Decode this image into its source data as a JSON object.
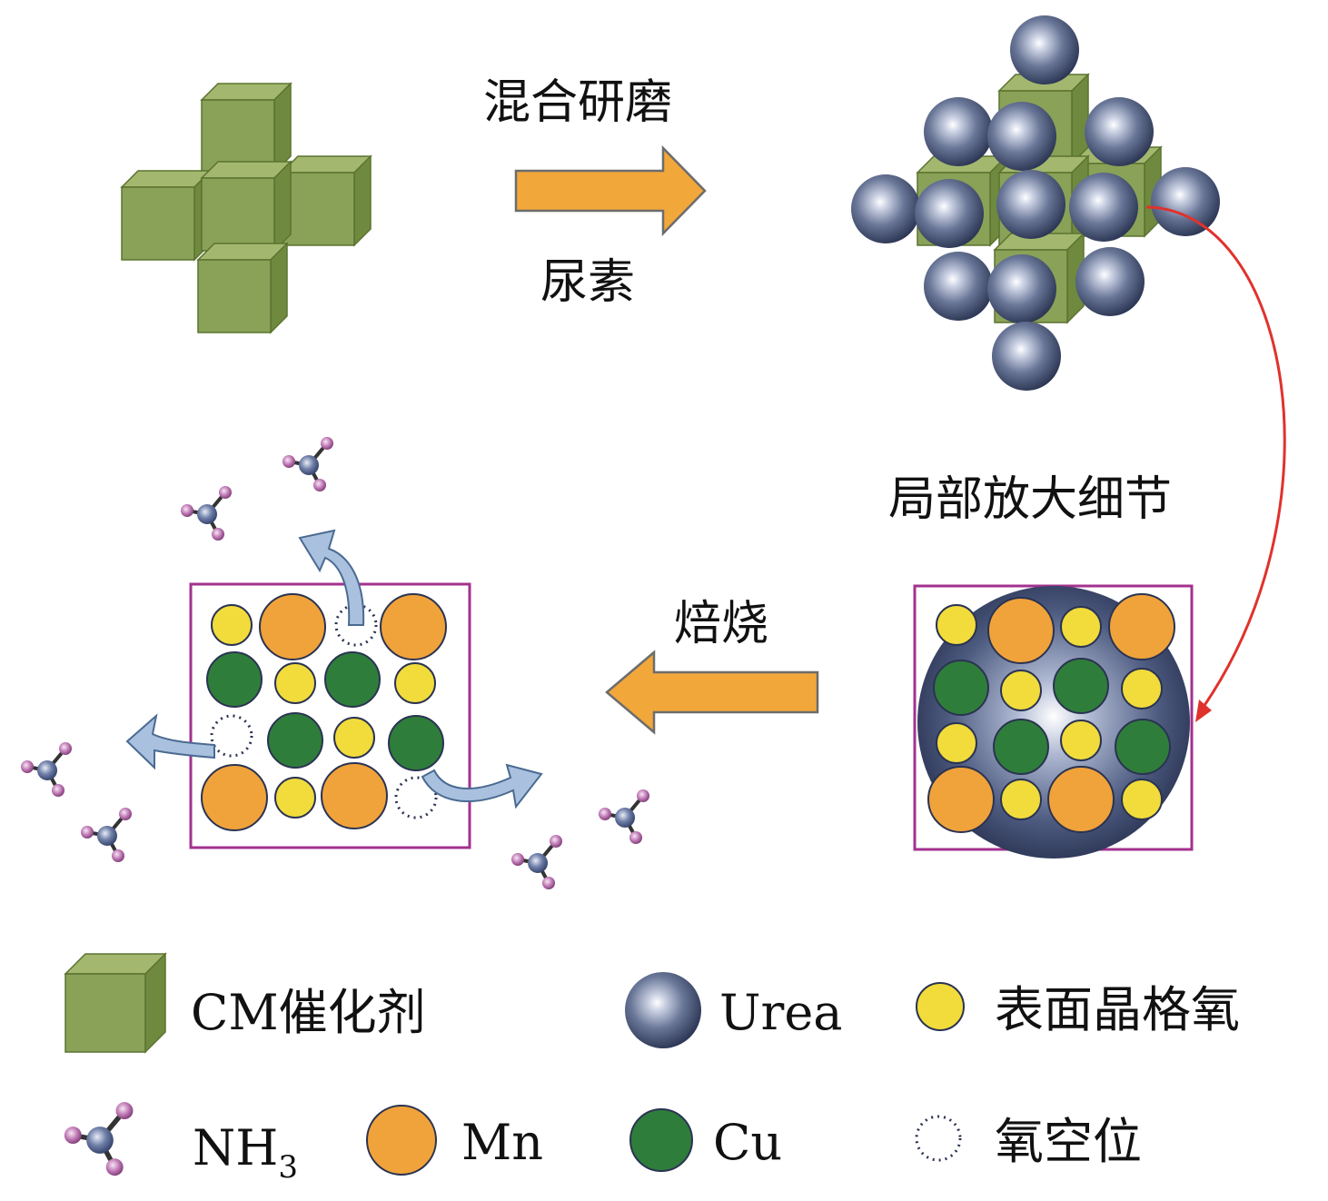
{
  "labels": {
    "mix_grind": "混合研磨",
    "urea_cn": "尿素",
    "zoom_detail": "局部放大细节",
    "calcine": "焙烧"
  },
  "legend": {
    "catalyst": "CM催化剂",
    "urea": "Urea",
    "lattice_oxygen": "表面晶格氧",
    "nh3_main": "NH",
    "nh3_sub": "3",
    "mn": "Mn",
    "cu": "Cu",
    "vacancy": "氧空位"
  },
  "colors": {
    "cube_face": "#8aa257",
    "cube_top": "#a3b86e",
    "cube_side": "#6f8a3e",
    "urea_sphere": "#4a5a7e",
    "mn": "#f0a33a",
    "cu": "#2f7d3a",
    "lattice_o": "#f1dc3c",
    "arrow_orange": "#f2a73b",
    "frame": "#a3318f",
    "curve": "#e0322c",
    "gas_arrow": "#a9c1de"
  }
}
